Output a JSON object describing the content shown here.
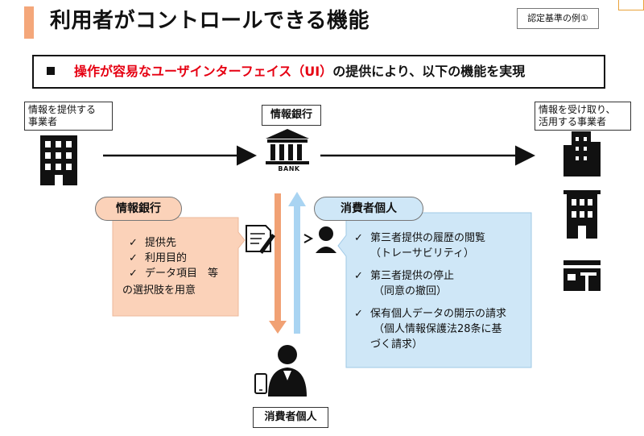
{
  "header": {
    "title": "利用者がコントロールできる機能",
    "badge": "認定基準の例①"
  },
  "banner": {
    "highlight": "操作が容易なユーザインターフェイス（UI）",
    "rest": "の提供により、以下の機能を実現"
  },
  "nodes": {
    "provider_label_line1": "情報を提供する",
    "provider_label_line2": "事業者",
    "bank_label": "情報銀行",
    "bank_icon_text": "BANK",
    "receiver_label_line1": "情報を受け取り、",
    "receiver_label_line2": "活用する事業者",
    "consumer_label": "消費者個人"
  },
  "bank_panel": {
    "title": "情報銀行",
    "items": [
      "提供先",
      "利用目的",
      "データ項目　等"
    ],
    "footer": "の選択肢を用意",
    "check": "✓"
  },
  "consumer_panel": {
    "title": "消費者個人",
    "items": [
      {
        "line1": "第三者提供の履歴の閲覧",
        "line2": "（トレーサビリティ）",
        "line3": ""
      },
      {
        "line1": "第三者提供の停止",
        "line2": "（同意の撤回）",
        "line3": ""
      },
      {
        "line1": "保有個人データの開示の請求",
        "line2": "（個人情報保護法28条に基",
        "line3": "づく請求）"
      }
    ],
    "check": "✓"
  },
  "colors": {
    "title_accent": "#f4a77a",
    "banner_highlight": "#e60012",
    "orange_panel": "#fbd2b9",
    "orange_arrow": "#f1a174",
    "blue_panel": "#cfe7f7",
    "blue_arrow": "#a9d4f2"
  }
}
